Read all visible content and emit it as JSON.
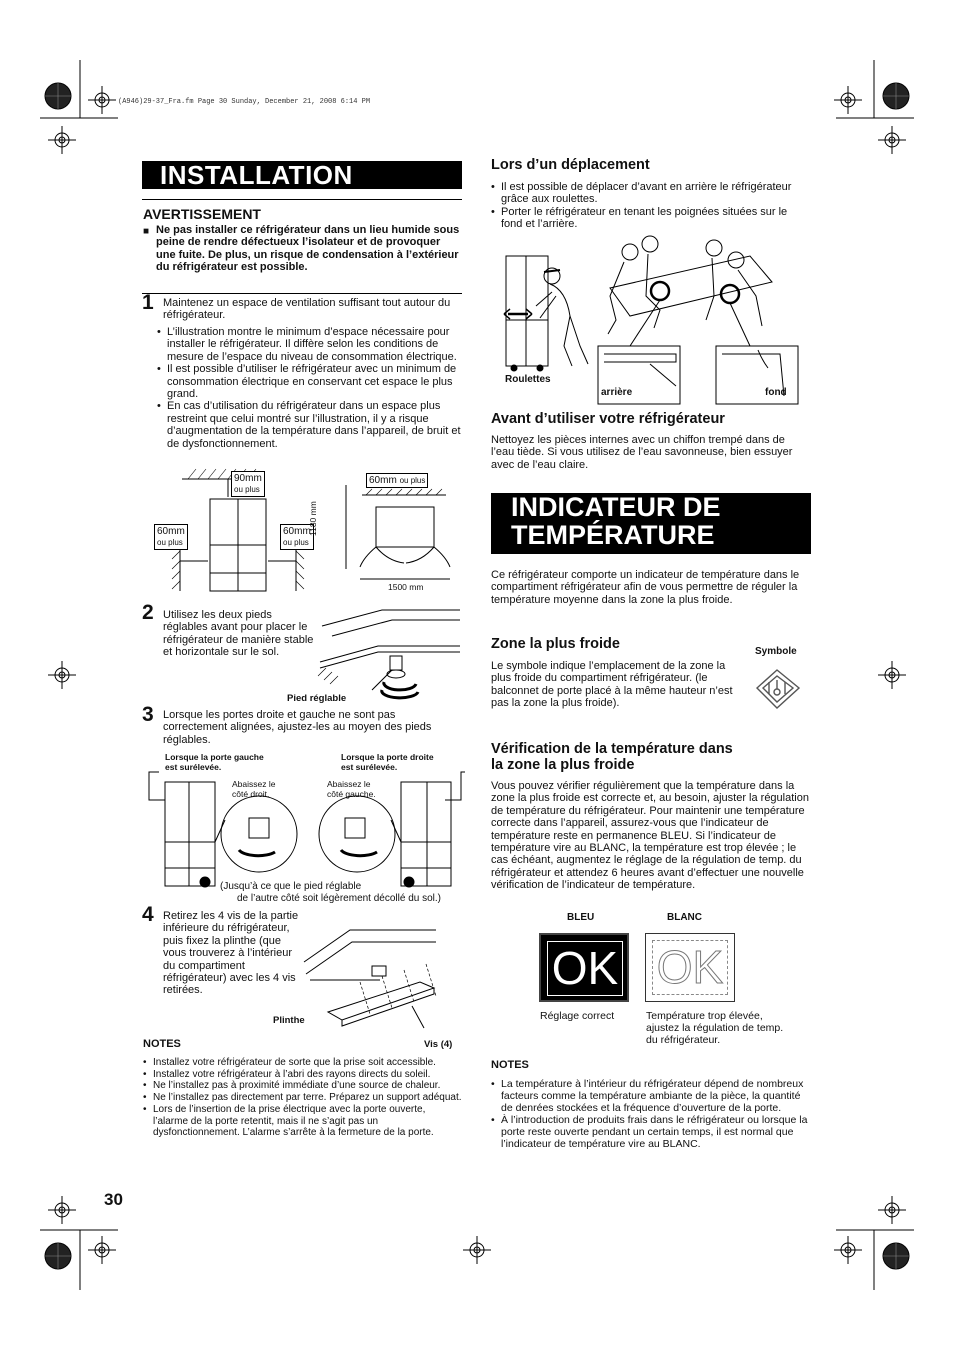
{
  "header": {
    "file_line": "(A946)29-37_Fra.fm  Page 30  Sunday, December 21, 2008  6:14 PM"
  },
  "page_number": "30",
  "left": {
    "banner": "INSTALLATION",
    "warning_title": "AVERTISSEMENT",
    "warning_text": "Ne pas installer ce réfrigérateur dans un lieu humide sous peine de rendre défectueux l’isolateur et de provoquer une fuite. De plus, un risque de condensation à l’extérieur du réfrigérateur est possible.",
    "step1": {
      "num": "1",
      "text": "Maintenez un espace de ventilation suffisant tout autour du réfrigérateur.",
      "bullets": [
        "L’illustration montre le minimum d’espace nécessaire pour installer le réfrigérateur. Il diffère selon les conditions de mesure de l’espace du niveau de consommation électrique.",
        "Il est possible d’utiliser le réfrigérateur avec un minimum de consommation électrique en conservant cet espace le plus grand.",
        "En cas d’utilisation du réfrigérateur dans un espace plus restreint que celui montré sur l’illustration, il y a risque d’augmentation de la température dans l’appareil, de bruit et de dysfonctionnement."
      ],
      "dim_top": "90mm",
      "dim_top_sub": "ou plus",
      "dim_left": "60mm",
      "dim_left_sub": "ou plus",
      "dim_right": "60mm",
      "dim_right_sub": "ou plus",
      "dim_rear": "60mm",
      "dim_rear_sub": "ou plus",
      "dim_height": "1180 mm",
      "dim_width": "1500 mm"
    },
    "step2": {
      "num": "2",
      "text": "Utilisez les deux pieds réglables avant pour placer le réfrigérateur de manière stable et horizontale sur le sol.",
      "label": "Pied réglable"
    },
    "step3": {
      "num": "3",
      "text": "Lorsque les portes droite et gauche ne sont pas correctement alignées, ajustez-les au moyen des pieds réglables.",
      "left_case": "Lorsque la porte gauche est surélevée.",
      "right_case": "Lorsque la porte droite est surélevée.",
      "left_action": "Abaissez le côté droit.",
      "right_action": "Abaissez le côté gauche.",
      "note_line1": "(Jusqu’à ce que le pied réglable",
      "note_line2": "de l’autre côté soit légèrement décollé du sol.)"
    },
    "step4": {
      "num": "4",
      "text": "Retirez les 4 vis de la partie inférieure du réfrigérateur, puis fixez la plinthe (que vous trouverez à l’intérieur du compartiment réfrigérateur) avec les 4 vis retirées.",
      "label_plinthe": "Plinthe",
      "label_vis": "Vis (4)"
    },
    "notes_title": "NOTES",
    "notes": [
      "Installez votre réfrigérateur de sorte que la prise soit accessible.",
      "Installez votre réfrigérateur à l’abri des rayons directs du soleil.",
      "Ne l’installez pas à proximité immédiate d’une source de chaleur.",
      "Ne l’installez pas directement par terre. Préparez un support adéquat.",
      "Lors de l’insertion de la prise électrique avec la porte ouverte, l’alarme de la porte retentit, mais il ne s’agit pas un dysfonctionnement. L’alarme s’arrête à la fermeture de la porte."
    ]
  },
  "right": {
    "moving_title": "Lors d’un déplacement",
    "moving_bullets": [
      "Il est possible de déplacer d’avant en arrière le réfrigérateur grâce aux roulettes.",
      "Porter le réfrigérateur en tenant les poignées situées sur le fond et l’arrière."
    ],
    "label_roulettes": "Roulettes",
    "label_arriere": "arrière",
    "label_fond": "fond",
    "before_title": "Avant d’utiliser votre réfrigérateur",
    "before_text": "Nettoyez les pièces internes avec un chiffon trempé dans de l’eau tiède. Si vous utilisez de l’eau savonneuse, bien essuyer avec de l’eau claire.",
    "banner_line1": "INDICATEUR DE",
    "banner_line2": "TEMPÉRATURE",
    "indicator_text": "Ce réfrigérateur comporte un indicateur de température dans le compartiment réfrigérateur afin de vous permettre de réguler la température moyenne dans la zone la plus froide.",
    "coldest_title": "Zone la plus froide",
    "coldest_text": "Le symbole indique l’emplacement de la zone la plus froide du compartiment réfrigérateur. (le balconnet de porte placé à la même hauteur n’est pas la zone la plus froide).",
    "symbol_label": "Symbole",
    "verify_title_line1": "Vérification de la température dans",
    "verify_title_line2": "la zone la plus froide",
    "verify_text": "Vous pouvez vérifier régulièrement que la température dans la zone la plus froide est correcte et, au besoin, ajuster la régulation de température du réfrigérateur. Pour maintenir une température correcte dans l’appareil, assurez-vous que l’indicateur de température reste en permanence BLEU. Si l’indicateur de température vire au BLANC, la température est trop élevée ; le cas échéant, augmentez le réglage de la régulation de temp. du réfrigérateur et attendez 6 heures avant d’effectuer une nouvelle vérification de l’indicateur de température.",
    "label_bleu": "BLEU",
    "label_blanc": "BLANC",
    "ok_text": "OK",
    "caption_bleu": "Réglage correct",
    "caption_blanc": "Température trop élevée, ajustez la régulation de temp. du réfrigérateur.",
    "notes_title": "NOTES",
    "notes": [
      "La température à l’intérieur du réfrigérateur dépend de nombreux facteurs comme la température ambiante de la pièce, la quantité de denrées stockées et la fréquence d’ouverture de la porte.",
      "À l’introduction de produits frais dans le réfrigérateur ou lorsque la porte reste ouverte pendant un certain temps, il est normal que l’indicateur de température vire au BLANC."
    ]
  }
}
